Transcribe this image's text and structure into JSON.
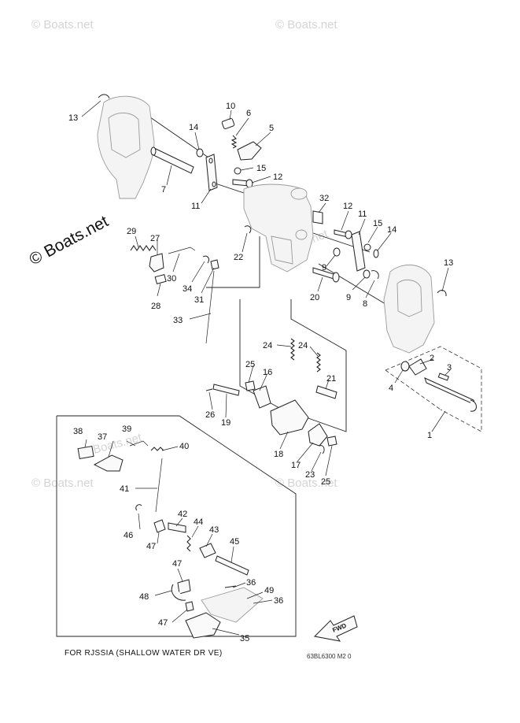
{
  "watermarks": {
    "top_left": "© Boats.net",
    "top_right": "© Boats.net",
    "main": "© Boats.net",
    "center": "© Boats.net",
    "bottom_left": "© Boats.net",
    "inset": "© Boats.net",
    "right_mid": "© Boats.net"
  },
  "callouts": {
    "c1": "1",
    "c2": "2",
    "c3": "3",
    "c4": "4",
    "c5": "5",
    "c6": "6",
    "c7": "7",
    "c8": "8",
    "c9a": "9",
    "c9b": "9",
    "c10": "10",
    "c11a": "11",
    "c11b": "11",
    "c12a": "12",
    "c12b": "12",
    "c13a": "13",
    "c13b": "13",
    "c14a": "14",
    "c14b": "14",
    "c15a": "15",
    "c15b": "15",
    "c16": "16",
    "c17": "17",
    "c18": "18",
    "c19": "19",
    "c20": "20",
    "c21": "21",
    "c22": "22",
    "c23": "23",
    "c24a": "24",
    "c24b": "24",
    "c25a": "25",
    "c25b": "25",
    "c26": "26",
    "c27": "27",
    "c28": "28",
    "c29": "29",
    "c30": "30",
    "c31": "31",
    "c32": "32",
    "c33": "33",
    "c34": "34",
    "c35": "35",
    "c36a": "36",
    "c36b": "36",
    "c37": "37",
    "c38": "38",
    "c39": "39",
    "c40": "40",
    "c41": "41",
    "c42": "42",
    "c43": "43",
    "c44": "44",
    "c45": "45",
    "c46": "46",
    "c47a": "47",
    "c47b": "47",
    "c47c": "47",
    "c48": "48",
    "c49": "49"
  },
  "inset_caption": "FOR RJSSIA (SHALLOW WATER DR VE)",
  "diagram_ref": "63BL6300 M2 0",
  "fwd_label": "FWD"
}
